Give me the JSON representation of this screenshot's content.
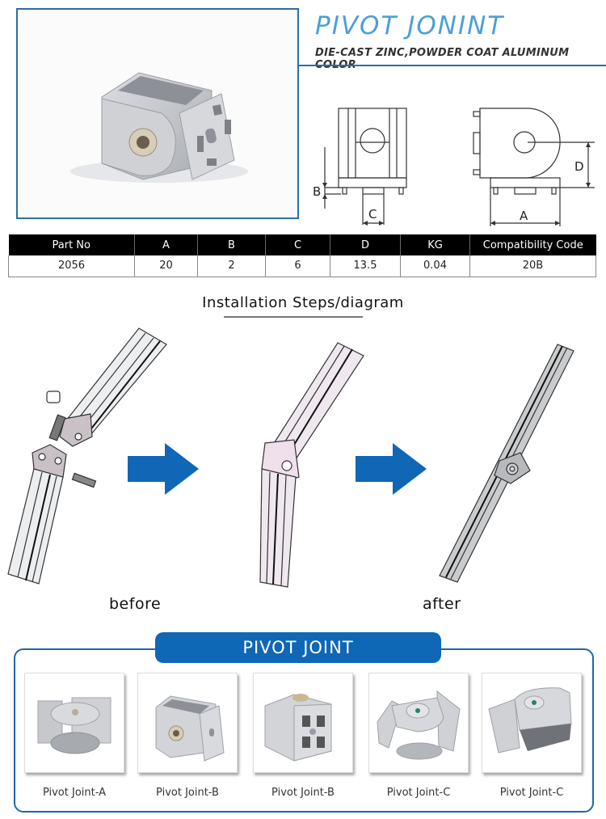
{
  "header": {
    "title": "PIVOT JONINT",
    "subtitle": "DIE-CAST ZINC,POWDER COAT ALUMINUM COLOR",
    "accent_color": "#4ba0d4",
    "frame_color": "#2a6fa8"
  },
  "drawings": {
    "front_view_labels": [
      "B",
      "C"
    ],
    "side_view_labels": [
      "D",
      "A"
    ]
  },
  "spec_table": {
    "columns": [
      "Part No",
      "A",
      "B",
      "C",
      "D",
      "KG",
      "Compatibility Code"
    ],
    "rows": [
      [
        "2056",
        "20",
        "2",
        "6",
        "13.5",
        "0.04",
        "20B"
      ]
    ]
  },
  "installation": {
    "title": "Installation Steps/diagram",
    "before_label": "before",
    "after_label": "after",
    "arrow_color": "#0f67b5"
  },
  "variants": {
    "banner": "PIVOT JOINT",
    "banner_color": "#0f67b5",
    "items": [
      {
        "label": "Pivot Joint-A"
      },
      {
        "label": "Pivot Joint-B"
      },
      {
        "label": "Pivot Joint-B"
      },
      {
        "label": "Pivot Joint-C"
      },
      {
        "label": "Pivot Joint-C"
      }
    ]
  }
}
